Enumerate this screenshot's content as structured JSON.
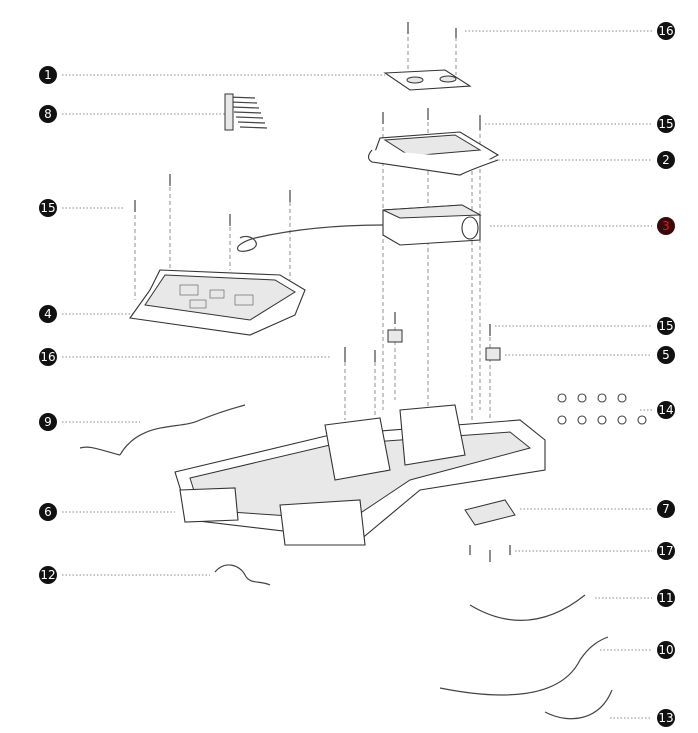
{
  "diagram": {
    "type": "exploded-parts-view",
    "callouts_left": [
      "1",
      "8",
      "15",
      "4",
      "16",
      "9",
      "6",
      "12"
    ],
    "callouts_right": [
      "16",
      "15",
      "2",
      "3",
      "15",
      "5",
      "14",
      "7",
      "17",
      "11",
      "10",
      "13"
    ],
    "highlight_color": "#e01b24"
  }
}
